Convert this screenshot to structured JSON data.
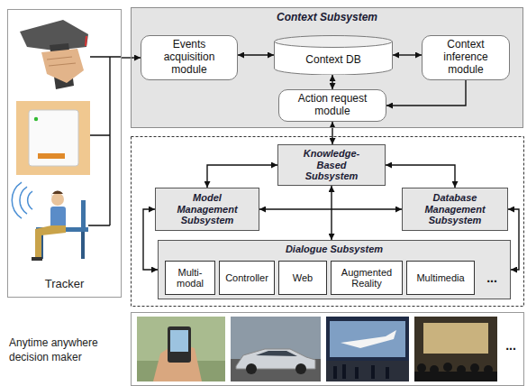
{
  "diagram": {
    "nodes": [
      {
        "text": [
          "Tracker"
        ]
      },
      {
        "text": [
          "Context Subsystem"
        ]
      },
      {
        "text": [
          "Events acquisition module"
        ],
        "in": 1
      },
      {
        "text": [
          "Context DB"
        ],
        "in": 1
      },
      {
        "text": [
          "Context inference module"
        ],
        "in": 1
      },
      {
        "text": [
          "Action request module"
        ],
        "in": 1
      },
      {
        "text": [
          "Knowledge-Based Subsystem"
        ]
      },
      {
        "text": [
          "Model Management Subsystem"
        ]
      },
      {
        "text": [
          "Database Management Subsystem"
        ]
      },
      {
        "text": [
          "Dialogue Subsystem"
        ]
      },
      {
        "text": [
          "Multi-modal"
        ],
        "in": 9
      },
      {
        "text": [
          "Controller"
        ],
        "in": 9
      },
      {
        "text": [
          "Web"
        ],
        "in": 9
      },
      {
        "text": [
          "Augmented Reality"
        ],
        "in": 9
      },
      {
        "text": [
          "Multimedia"
        ],
        "in": 9
      }
    ],
    "edges": [
      {
        "from": 0,
        "to": 2,
        "arrow": "to"
      },
      {
        "from": 2,
        "to": 3,
        "arrow": "both"
      },
      {
        "from": 3,
        "to": 4,
        "arrow": "both"
      },
      {
        "from": 4,
        "to": 5,
        "arrow": "to"
      },
      {
        "from": 3,
        "to": 5,
        "arrow": "both"
      },
      {
        "from": 5,
        "to": 6,
        "arrow": "both"
      },
      {
        "from": 6,
        "to": 7,
        "arrow": "both"
      },
      {
        "from": 6,
        "to": 8,
        "arrow": "both"
      },
      {
        "from": 7,
        "to": 8,
        "arrow": "both"
      },
      {
        "from": 6,
        "to": 9,
        "arrow": "both"
      },
      {
        "from": 7,
        "to": 9,
        "arrow": "both"
      },
      {
        "from": 8,
        "to": 9,
        "arrow": "both"
      }
    ],
    "labels": [
      "...",
      "Anytime anywhere decision maker",
      "..."
    ]
  }
}
